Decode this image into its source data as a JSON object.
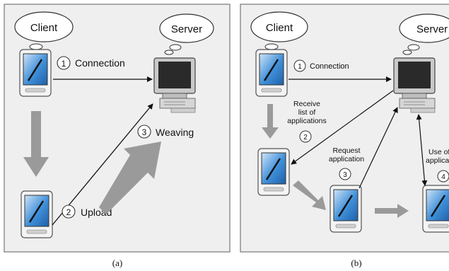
{
  "panel_a": {
    "caption": "(a)",
    "client_label": "Client",
    "server_label": "Server",
    "steps": [
      {
        "num": "1",
        "text": "Connection"
      },
      {
        "num": "2",
        "text": "Upload"
      },
      {
        "num": "3",
        "text": "Weaving"
      }
    ]
  },
  "panel_b": {
    "caption": "(b)",
    "client_label": "Client",
    "server_label": "Server",
    "step1": {
      "num": "1",
      "text": "Connection"
    },
    "step2": {
      "num": "2",
      "lines": [
        "Receive",
        "list of",
        "applications"
      ]
    },
    "step3": {
      "num": "3",
      "lines": [
        "Request",
        "application"
      ]
    },
    "step4": {
      "num": "4",
      "lines": [
        "Use of",
        "application"
      ]
    }
  },
  "colors": {
    "panel_bg": "#efefef",
    "panel_border": "#777777",
    "big_arrow": "#9a9a9a",
    "device_screen": "#3e8fd8"
  },
  "icons": [
    "pda-icon",
    "computer-icon",
    "thought-bubble-icon"
  ]
}
